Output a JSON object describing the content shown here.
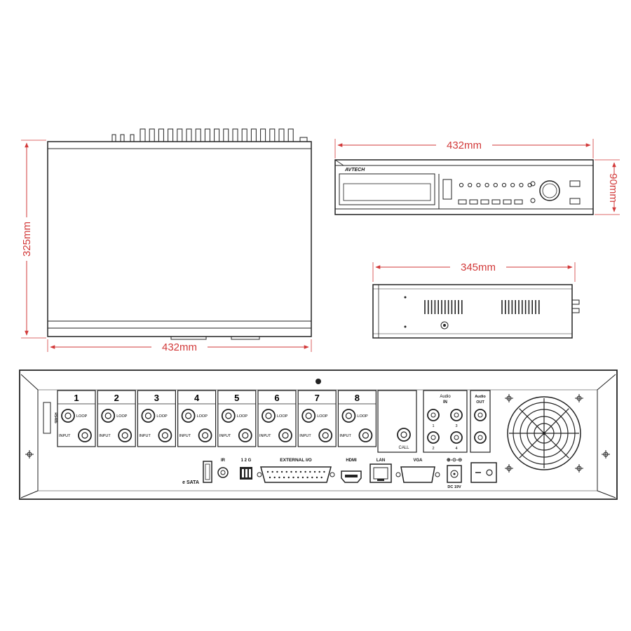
{
  "dimensions": {
    "top_depth": "325mm",
    "top_width": "432mm",
    "front_width": "432mm",
    "front_height": "90mm",
    "side_depth": "345mm"
  },
  "front_panel": {
    "brand": "AVTECH"
  },
  "rear_panel": {
    "channels": [
      "1",
      "2",
      "3",
      "4",
      "5",
      "6",
      "7",
      "8"
    ],
    "channel_loop_label": "LOOP",
    "channel_input_label": "INPUT",
    "call_label": "CALL",
    "audio_in_label": "Audio",
    "audio_in_sub": "IN",
    "audio_in_numbers": [
      "1",
      "3",
      "2",
      "4"
    ],
    "audio_out_label": "Audio",
    "audio_out_sub": "OUT",
    "esata_label": "e SATA",
    "ir_label": "IR",
    "switch_label": "1 2 G",
    "external_io_label": "EXTERNAL I/O",
    "hdmi_label": "HDMI",
    "lan_label": "LAN",
    "vga_label": "VGA",
    "dc_label": "DC 19V",
    "rs485_label": "RS485"
  },
  "colors": {
    "dimension": "#d23a3a",
    "line": "#222222"
  }
}
